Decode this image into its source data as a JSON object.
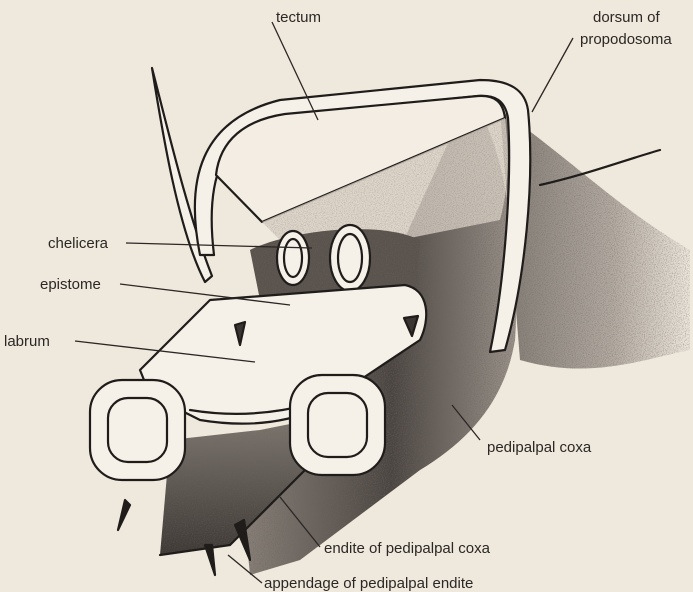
{
  "diagram": {
    "labels": {
      "tectum": "tectum",
      "dorsum_line1": "dorsum of",
      "dorsum_line2": "propodosoma",
      "chelicera": "chelicera",
      "epistome": "epistome",
      "labrum": "labrum",
      "pedipalpal_coxa": "pedipalpal coxa",
      "endite": "endite of pedipalpal coxa",
      "appendage": "appendage of pedipalpal endite"
    },
    "colors": {
      "background": "#efe8dd",
      "ink": "#1f1c1a",
      "surface": "#f5f0e8",
      "shade_light": "#b9b1a7",
      "shade_dark": "#3a3532"
    }
  }
}
